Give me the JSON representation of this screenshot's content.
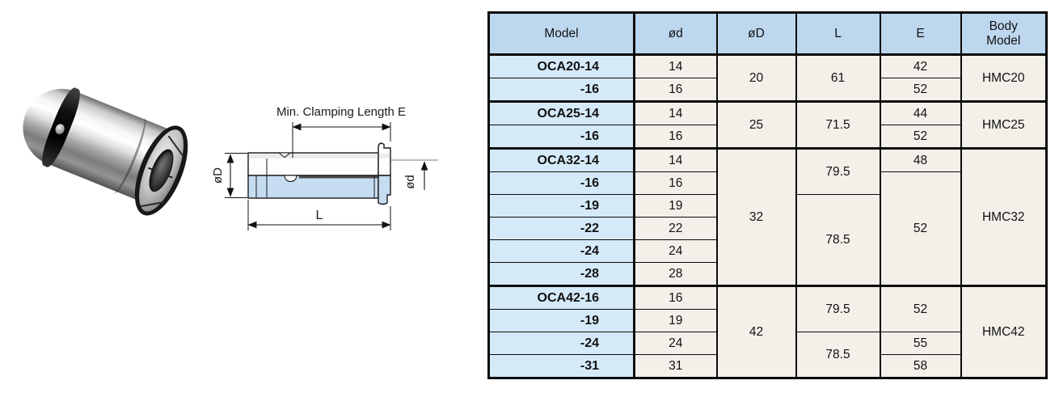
{
  "colors": {
    "table_header_bg": "#bdd7ee",
    "table_model_bg": "#d5eaf9",
    "table_cell_bg": "#f3f0e9",
    "table_border": "#0a0a0a",
    "drawing_section_fill": "#c6dcf1",
    "drawing_gray_band": "#ececec"
  },
  "drawing": {
    "labels": {
      "clamping": "Min. Clamping Length E",
      "outer_diameter": "øD",
      "inner_diameter": "ød",
      "length": "L"
    }
  },
  "table": {
    "headers": [
      "Model",
      "ød",
      "øD",
      "L",
      "E",
      "Body\nModel"
    ],
    "rows": [
      {
        "model": "OCA20-14",
        "d": "14",
        "D": "20",
        "L": "61",
        "E": "42",
        "body": "HMC20"
      },
      {
        "model": "-16",
        "d": "16",
        "E": "52"
      },
      {
        "model": "OCA25-14",
        "d": "14",
        "D": "25",
        "L": "71.5",
        "E": "44",
        "body": "HMC25"
      },
      {
        "model": "-16",
        "d": "16",
        "E": "52"
      },
      {
        "model": "OCA32-14",
        "d": "14",
        "D": "32",
        "L": "79.5",
        "E": "48",
        "body": "HMC32"
      },
      {
        "model": "-16",
        "d": "16",
        "E": "52"
      },
      {
        "model": "-19",
        "d": "19",
        "L": "78.5"
      },
      {
        "model": "-22",
        "d": "22"
      },
      {
        "model": "-24",
        "d": "24"
      },
      {
        "model": "-28",
        "d": "28"
      },
      {
        "model": "OCA42-16",
        "d": "16",
        "D": "42",
        "L": "79.5",
        "E": "52",
        "body": "HMC42"
      },
      {
        "model": "-19",
        "d": "19"
      },
      {
        "model": "-24",
        "d": "24",
        "L": "78.5",
        "E": "55"
      },
      {
        "model": "-31",
        "d": "31",
        "E": "58"
      }
    ]
  }
}
